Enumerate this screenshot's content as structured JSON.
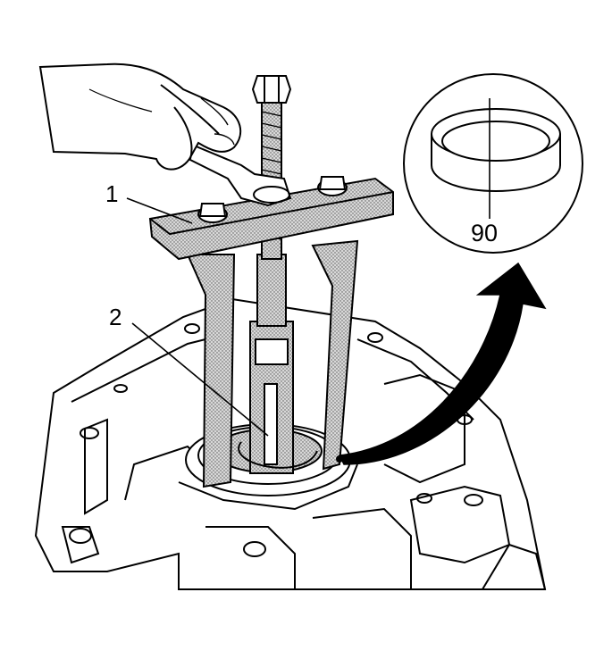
{
  "diagram": {
    "callouts": [
      {
        "id": "1",
        "text": "1"
      },
      {
        "id": "2",
        "text": "2"
      }
    ],
    "detail": {
      "text": "90"
    },
    "colors": {
      "ink": "#000000",
      "paper": "#ffffff"
    }
  }
}
